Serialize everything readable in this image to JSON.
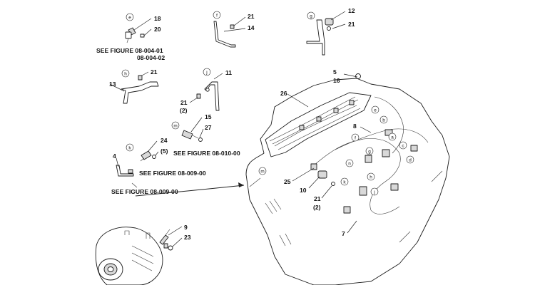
{
  "see_figure_refs": [
    "SEE FIGURE 08-004-01",
    "08-004-02",
    "SEE FIGURE 08-010-00",
    "SEE FIGURE 08-009-00",
    "SEE FIGURE  08-009-00"
  ],
  "part_numbers": [
    "18",
    "20",
    "21",
    "14",
    "12",
    "21",
    "21",
    "13",
    "11",
    "21",
    "(2)",
    "15",
    "27",
    "24",
    "(5)",
    "5",
    "16",
    "26",
    "4",
    "8",
    "25",
    "10",
    "21",
    "(2)",
    "7",
    "9",
    "23"
  ],
  "view_callouts": [
    "e",
    "f",
    "g",
    "h",
    "j",
    "m",
    "k",
    "m",
    "e",
    "b",
    "a",
    "c",
    "d",
    "f",
    "g",
    "h",
    "n",
    "k",
    "j"
  ]
}
